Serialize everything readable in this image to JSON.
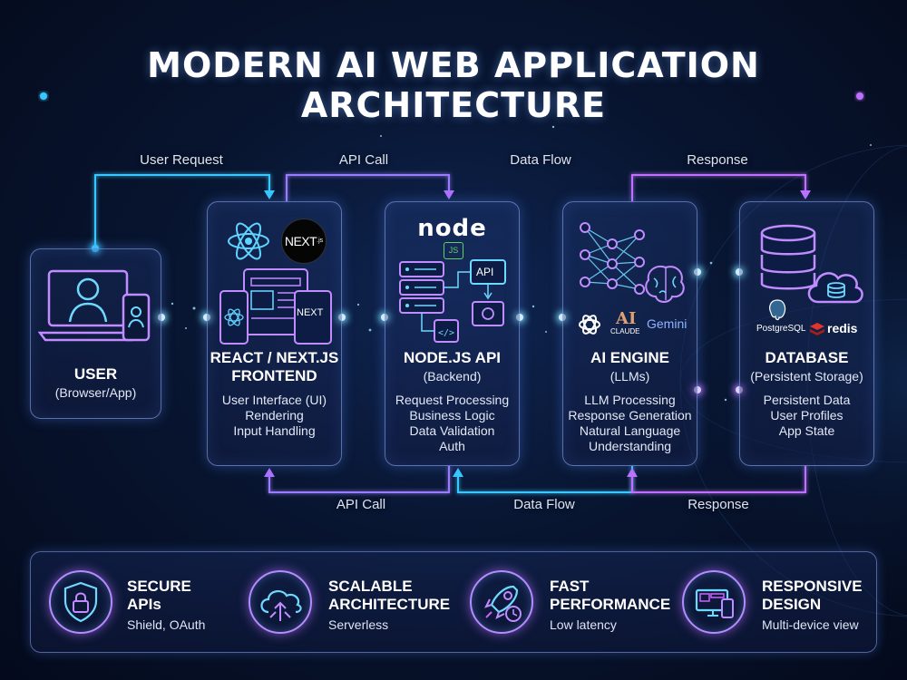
{
  "title": "MODERN AI WEB APPLICATION ARCHITECTURE",
  "flow_labels": {
    "user_request": "User Request",
    "api_call_top": "API Call",
    "data_flow_top": "Data Flow",
    "response_top": "Response",
    "api_call_bottom": "API Call",
    "data_flow_bottom": "Data Flow",
    "response_bottom": "Response"
  },
  "nodes": {
    "user": {
      "name": "USER",
      "sub": "(Browser/App)"
    },
    "frontend": {
      "name_lines": [
        "REACT / NEXT.JS",
        "FRONTEND"
      ],
      "desc": [
        "User Interface (UI)",
        "Rendering",
        "Input Handling"
      ],
      "logo_text": "NEXT",
      "logo_sup": ".js",
      "screen_logo": "NEXT"
    },
    "backend": {
      "name": "NODE.JS API",
      "sub": "(Backend)",
      "desc": [
        "Request Processing",
        "Business Logic",
        "Data Validation",
        "Auth"
      ],
      "logo_text": "node",
      "logo_badge": "JS",
      "api_badge": "API"
    },
    "ai": {
      "name": "AI ENGINE",
      "sub": "(LLMs)",
      "desc": [
        "LLM Processing",
        "Response Generation",
        "Natural Language",
        "Understanding"
      ],
      "claude_logo": "AI",
      "claude_label": "CLAUDE",
      "gemini_label": "Gemini"
    },
    "database": {
      "name": "DATABASE",
      "sub": "(Persistent Storage)",
      "desc": [
        "Persistent Data",
        "User Profiles",
        "App State"
      ],
      "postgres_label": "PostgreSQL",
      "redis_label": "redis"
    }
  },
  "features": [
    {
      "title_lines": [
        "SECURE",
        "APIs"
      ],
      "sub": "Shield, OAuth",
      "icon": "shield-lock-icon"
    },
    {
      "title_lines": [
        "SCALABLE",
        "ARCHITECTURE"
      ],
      "sub": "Serverless",
      "icon": "cloud-icon"
    },
    {
      "title_lines": [
        "FAST",
        "PERFORMANCE"
      ],
      "sub": "Low latency",
      "icon": "rocket-icon"
    },
    {
      "title_lines": [
        "RESPONSIVE",
        "DESIGN"
      ],
      "sub": "Multi-device view",
      "icon": "devices-icon"
    }
  ],
  "colors": {
    "cyan": "#38c8ff",
    "purple": "#b070ff",
    "magenta": "#d060ff",
    "card_border": "#96b4ff",
    "redis_red": "#e0342c"
  }
}
